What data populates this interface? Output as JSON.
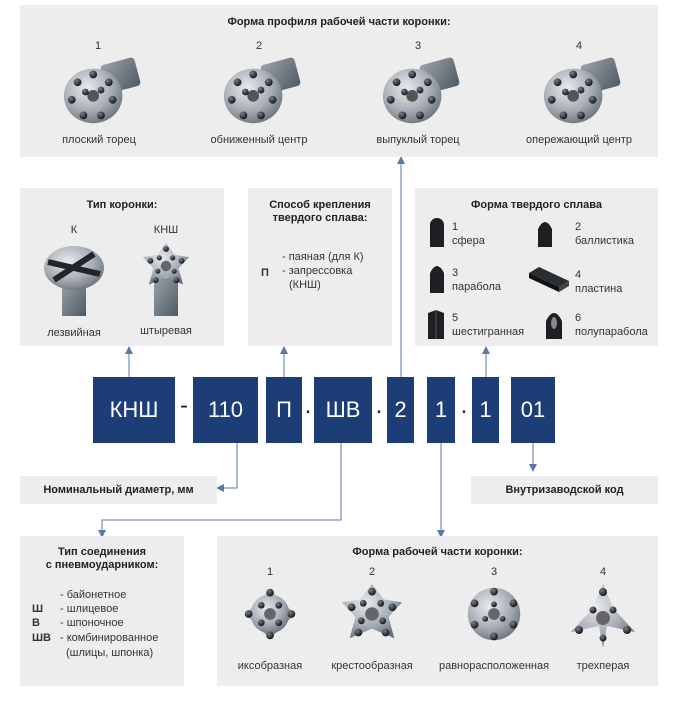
{
  "top_panel": {
    "title": "Форма профиля рабочей части коронки:",
    "items": [
      {
        "num": "1",
        "label": "плоский торец"
      },
      {
        "num": "2",
        "label": "обниженный центр"
      },
      {
        "num": "3",
        "label": "выпуклый торец"
      },
      {
        "num": "4",
        "label": "опережающий центр"
      }
    ]
  },
  "crown_type": {
    "title": "Тип коронки:",
    "items": [
      {
        "code": "К",
        "label": "лезвийная"
      },
      {
        "code": "КНШ",
        "label": "штыревая"
      }
    ]
  },
  "fixing": {
    "title_line1": "Способ крепления",
    "title_line2": "твердого сплава:",
    "lines": [
      {
        "code": "",
        "text": "- паяная (для К)"
      },
      {
        "code": "П",
        "text": "- запрессовка"
      },
      {
        "code": "",
        "text": "(КНШ)"
      }
    ]
  },
  "carbide": {
    "title": "Форма твердого сплава",
    "items": [
      {
        "num": "1",
        "label": "сфера"
      },
      {
        "num": "2",
        "label": "баллистика"
      },
      {
        "num": "3",
        "label": "парабола"
      },
      {
        "num": "4",
        "label": "пластина"
      },
      {
        "num": "5",
        "label": "шестигранная"
      },
      {
        "num": "6",
        "label": "полупарабола"
      }
    ]
  },
  "code": {
    "parts": [
      "КНШ",
      "110",
      "П",
      "ШВ",
      "2",
      "1",
      "1",
      "01"
    ],
    "separators": [
      "-",
      ".",
      ".",
      ".",
      ".",
      "."
    ]
  },
  "diameter_label": "Номинальный диаметр, мм",
  "factory_label": "Внутризаводской код",
  "connection": {
    "title_line1": "Тип соединения",
    "title_line2": "с пневмоударником:",
    "lines": [
      {
        "code": "",
        "text": "- байонетное"
      },
      {
        "code": "Ш",
        "text": "- шлицевое"
      },
      {
        "code": "В",
        "text": "- шпоночное"
      },
      {
        "code": "ШВ",
        "text": "- комбинированное"
      },
      {
        "code": "",
        "text": "(шлицы, шпонка)"
      }
    ]
  },
  "work_part": {
    "title": "Форма рабочей части коронки:",
    "items": [
      {
        "num": "1",
        "label": "иксобразная"
      },
      {
        "num": "2",
        "label": "крестообразная"
      },
      {
        "num": "3",
        "label": "равнорасположенная"
      },
      {
        "num": "4",
        "label": "трехперая"
      }
    ]
  },
  "colors": {
    "accent": "#1d3d76",
    "panel": "#ededed",
    "arrow": "#5b79a8"
  }
}
